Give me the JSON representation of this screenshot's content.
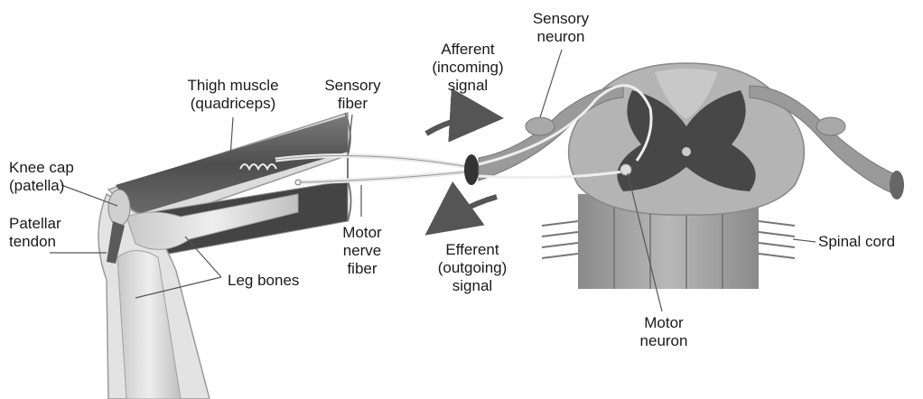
{
  "labels": {
    "knee_cap": [
      "Knee cap",
      "(patella)"
    ],
    "patellar_tendon": [
      "Patellar",
      "tendon"
    ],
    "thigh_muscle": [
      "Thigh muscle",
      "(quadriceps)"
    ],
    "sensory_fiber": [
      "Sensory",
      "fiber"
    ],
    "motor_nerve_fiber": [
      "Motor",
      "nerve",
      "fiber"
    ],
    "leg_bones": [
      "Leg bones"
    ],
    "afferent_signal": [
      "Afferent",
      "(incoming)",
      "signal"
    ],
    "efferent_signal": [
      "Efferent",
      "(outgoing)",
      "signal"
    ],
    "sensory_neuron": [
      "Sensory",
      "neuron"
    ],
    "motor_neuron": [
      "Motor",
      "neuron"
    ],
    "spinal_cord": [
      "Spinal cord"
    ]
  },
  "colors": {
    "muscle": "#5a5a5a",
    "bone": "#d6d6d6",
    "skin": "#e8e8e8",
    "gray_matter": "#4a4a4a",
    "white_matter": "#a8a8a8",
    "arrow": "#555555",
    "leader": "#555555"
  }
}
